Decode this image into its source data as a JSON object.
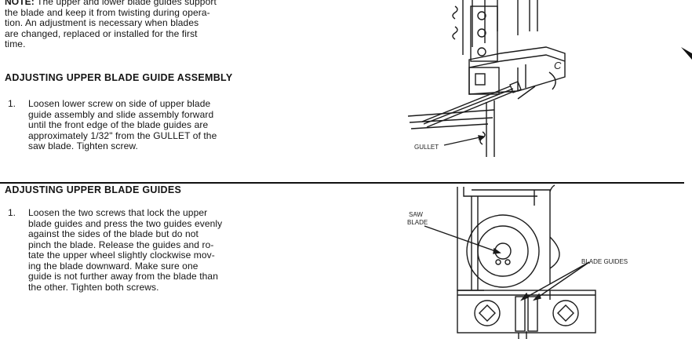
{
  "note": {
    "label": "NOTE:",
    "line1": "The upper and lower blade guides support",
    "line2": "the blade and keep it from twisting during opera-",
    "line3": "tion. An adjustment is necessary when blades",
    "line4": "are changed, replaced or installed for the first",
    "line5": "time."
  },
  "section1": {
    "heading": "ADJUSTING UPPER BLADE GUIDE ASSEMBLY",
    "step_number": "1.",
    "line1": "Loosen lower screw on side of upper blade",
    "line2": "guide assembly and slide assembly forward",
    "line3": "until the front edge of the blade guides are",
    "line4": "approximately 1/32\" from the GULLET of the",
    "line5": "saw blade. Tighten screw."
  },
  "section2": {
    "heading": "ADJUSTING UPPER BLADE GUIDES",
    "step_number": "1.",
    "line1": "Loosen the two screws that lock the upper",
    "line2": "blade guides and press the two guides evenly",
    "line3": "against the sides of the blade but do not",
    "line4": "pinch the blade. Release the guides and ro-",
    "line5": "tate the upper wheel slightly clockwise mov-",
    "line6": "ing the blade downward. Make sure one",
    "line7": "guide is not further away from the blade than",
    "line8": "the other. Tighten both screws."
  },
  "figure1": {
    "label_gullet": "GULLET",
    "label_c": "C"
  },
  "figure2": {
    "label_saw": "SAW",
    "label_blade": "BLADE",
    "label_guides": "BLADE GUIDES"
  }
}
